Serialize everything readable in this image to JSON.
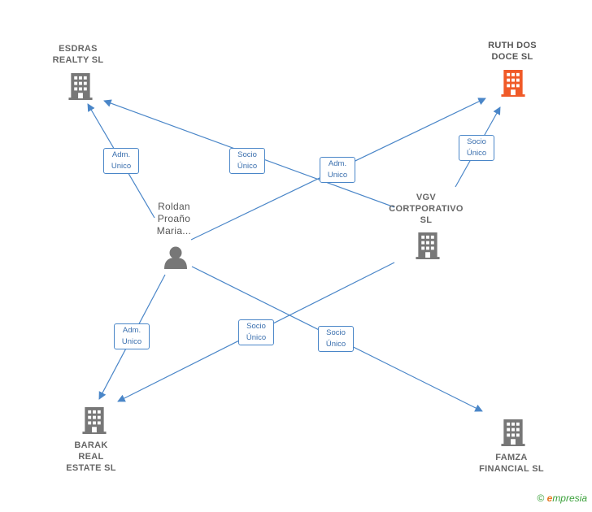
{
  "nodes": {
    "esdras": {
      "label": "ESDRAS\nREALTY  SL",
      "type": "company",
      "color": "#777777"
    },
    "ruth": {
      "label": "RUTH DOS\nDOCE  SL",
      "type": "company",
      "color": "#f05a28"
    },
    "vgv": {
      "label": "VGV\nCORTPORATIVO\nSL",
      "type": "company",
      "color": "#777777"
    },
    "roldan": {
      "label": "Roldan\nProaño\nMaria...",
      "type": "person",
      "color": "#777777"
    },
    "barak": {
      "label": "BARAK\nREAL\nESTATE  SL",
      "type": "company",
      "color": "#777777"
    },
    "famza": {
      "label": "FAMZA\nFINANCIAL  SL",
      "type": "company",
      "color": "#777777"
    }
  },
  "edges": [
    {
      "id": "e1",
      "label_line1": "Adm.",
      "label_line2": "Unico"
    },
    {
      "id": "e2",
      "label_line1": "Socio",
      "label_line2": "Único"
    },
    {
      "id": "e3",
      "label_line1": "Adm.",
      "label_line2": "Unico"
    },
    {
      "id": "e4",
      "label_line1": "Socio",
      "label_line2": "Único"
    },
    {
      "id": "e5",
      "label_line1": "Adm.",
      "label_line2": "Unico"
    },
    {
      "id": "e6",
      "label_line1": "Socio",
      "label_line2": "Único"
    },
    {
      "id": "e7",
      "label_line1": "Socio",
      "label_line2": "Único"
    }
  ],
  "footer": {
    "copyright": "©",
    "brand_first": "e",
    "brand_rest": "mpresia"
  },
  "colors": {
    "edge": "#4a86c8",
    "highlight": "#f05a28",
    "icon": "#777777"
  }
}
